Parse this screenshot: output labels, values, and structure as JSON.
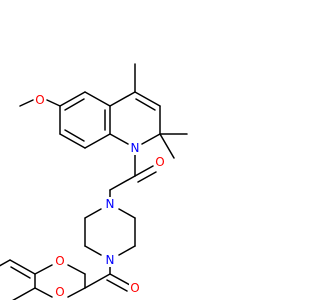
{
  "colors": {
    "background": "#ffffff",
    "bond": "#000000",
    "oxygen": "#ff0000",
    "nitrogen": "#0000ff"
  },
  "atoms": {
    "o_methoxy": "O",
    "n_ring": "N",
    "o_carbonyl_top": "O",
    "n_piperazine_top": "N",
    "n_piperazine_bottom": "N",
    "o_carbonyl_bottom": "O",
    "o_dioxane_upper": "O",
    "o_dioxane_lower": "O"
  }
}
